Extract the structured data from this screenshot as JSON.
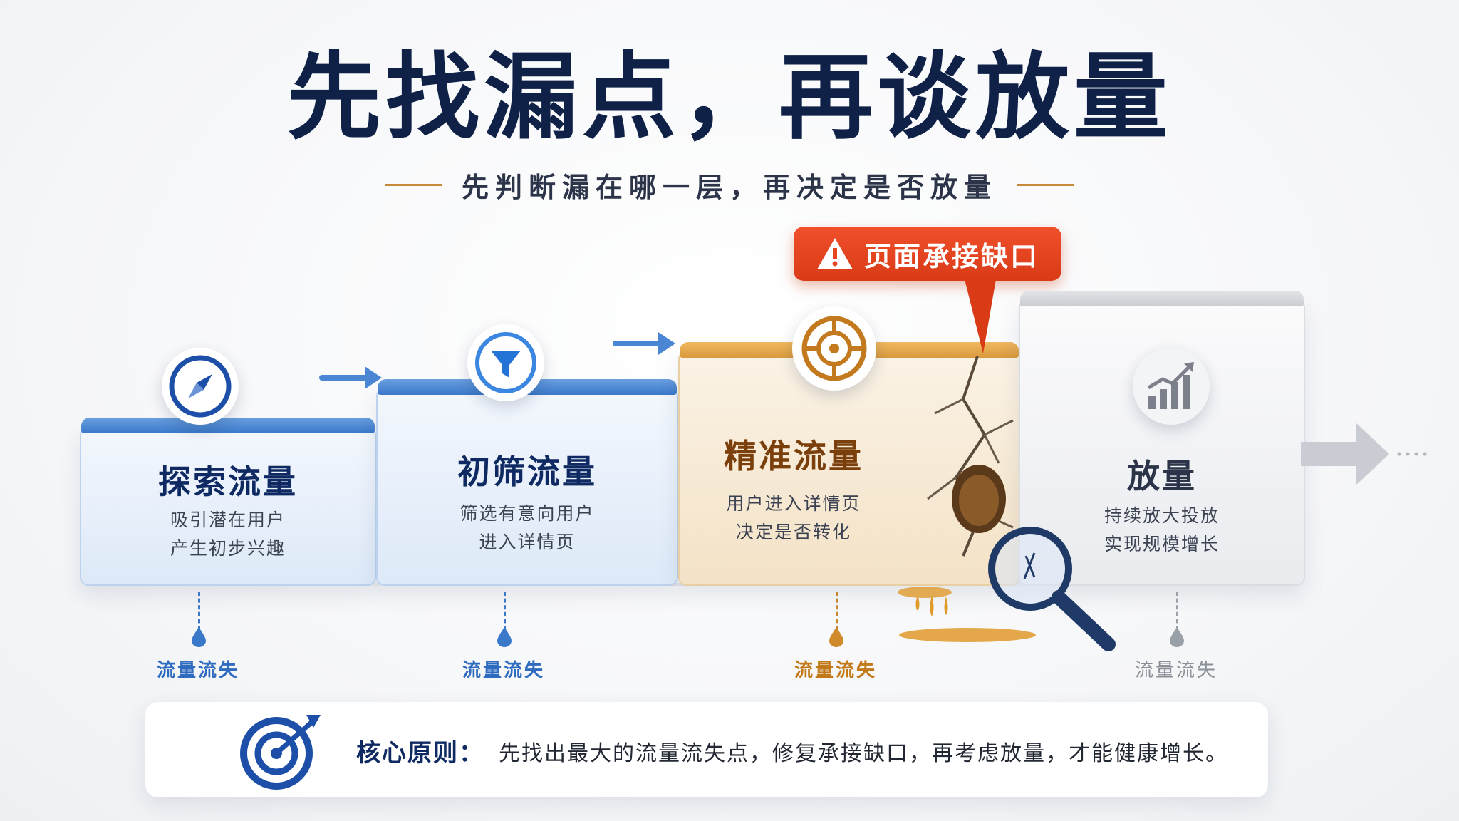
{
  "title": "先找漏点，再谈放量",
  "subtitle": "先判断漏在哪一层，再决定是否放量",
  "stages": [
    {
      "title": "探索流量",
      "desc1": "吸引潜在用户",
      "desc2": "产生初步兴趣",
      "loss": "流量流失",
      "icon": "compass-icon",
      "color": "#3a78c9"
    },
    {
      "title": "初筛流量",
      "desc1": "筛选有意向用户",
      "desc2": "进入详情页",
      "loss": "流量流失",
      "icon": "funnel-icon",
      "color": "#3a78c9"
    },
    {
      "title": "精准流量",
      "desc1": "用户进入详情页",
      "desc2": "决定是否转化",
      "loss": "流量流失",
      "icon": "target-icon",
      "color": "#c8862d"
    },
    {
      "title": "放量",
      "desc1": "持续放大投放",
      "desc2": "实现规模增长",
      "loss": "流量流失",
      "icon": "bar-chart-icon",
      "color": "#8a8f98"
    }
  ],
  "alert": {
    "label": "页面承接缺口",
    "icon": "warning-icon"
  },
  "principle": {
    "label": "核心原则：",
    "text": "先找出最大的流量流失点，修复承接缺口，再考虑放量，才能健康增长。",
    "icon": "bullseye-icon"
  },
  "colors": {
    "navy": "#0f2147",
    "blue": "#3a78c9",
    "gold": "#c8862d",
    "alert": "#e5461f",
    "gray": "#8a8f98"
  }
}
